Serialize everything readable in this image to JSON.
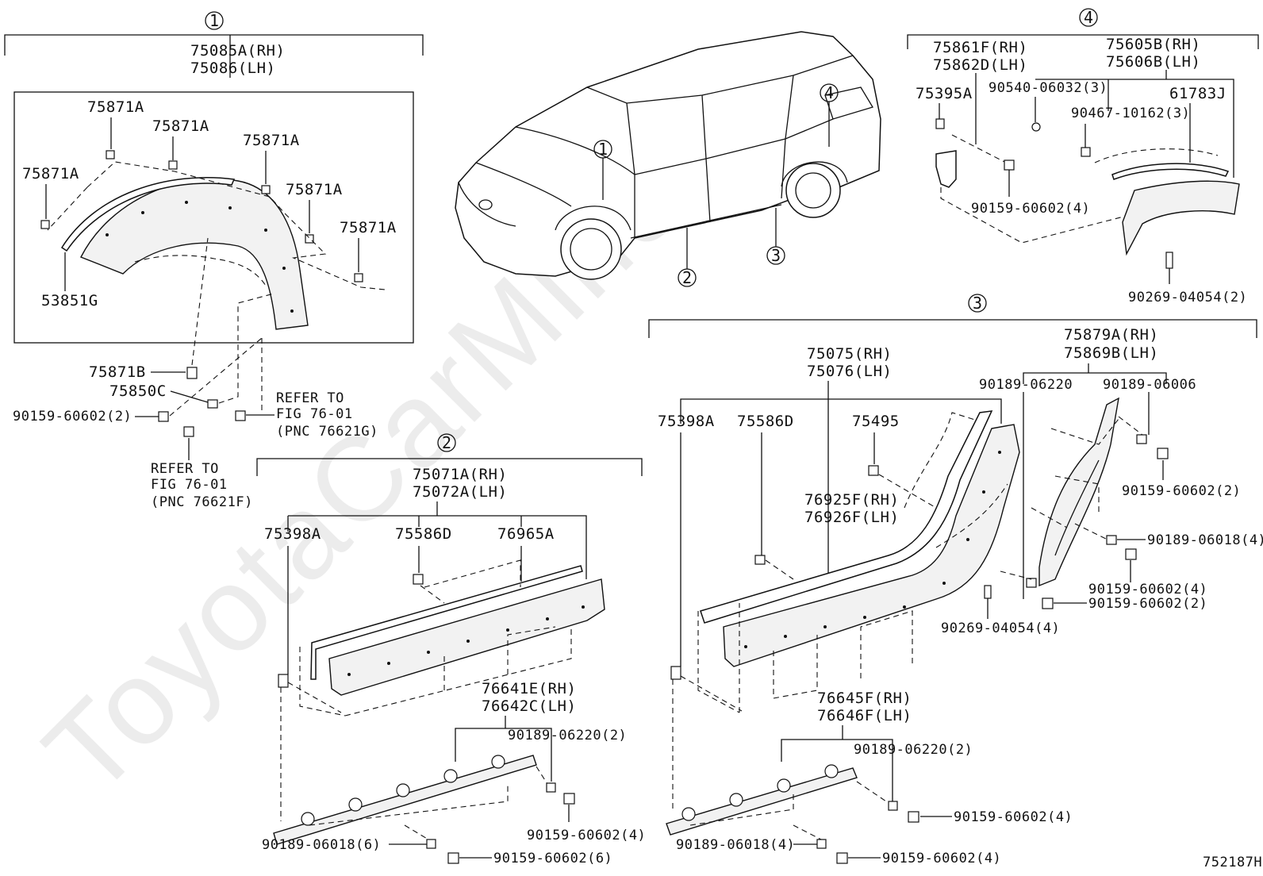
{
  "watermark": "ToyotaCarMine.ru",
  "diagram_id": "752187H",
  "section_markers": [
    "1",
    "2",
    "3",
    "4"
  ],
  "group1": {
    "title_rh": "75085A(RH)",
    "title_lh": "75086(LH)",
    "clip_75871a": "75871A",
    "pad_53851g": "53851G",
    "clip_75871b": "75871B",
    "screw_75850c": "75850C",
    "screw_90159_2": "90159-60602(2)",
    "refer_a_1": "REFER TO",
    "refer_a_2": "FIG 76-01",
    "refer_a_3": "(PNC 76621G)",
    "refer_b_1": "REFER TO",
    "refer_b_2": "FIG 76-01",
    "refer_b_3": "(PNC 76621F)"
  },
  "group2": {
    "title_rh": "75071A(RH)",
    "title_lh": "75072A(LH)",
    "p_75398a": "75398A",
    "p_75586d": "75586D",
    "p_76965a": "76965A",
    "bracket_rh": "76641E(RH)",
    "bracket_lh": "76642C(LH)",
    "bolt_06220": "90189-06220(2)",
    "nut_60602_4": "90159-60602(4)",
    "bolt_06018": "90189-06018(6)",
    "nut_60602_6": "90159-60602(6)"
  },
  "group3": {
    "title_rh": "75075(RH)",
    "title_lh": "75076(LH)",
    "p_75398a": "75398A",
    "p_75586d": "75586D",
    "p_75495": "75495",
    "tape_rh": "76925F(RH)",
    "tape_lh": "76926F(LH)",
    "rear_rh": "75879A(RH)",
    "rear_lh": "75869B(LH)",
    "bolt_06220": "90189-06220",
    "bolt_06006": "90189-06006",
    "nut_60602_2a": "90159-60602(2)",
    "bolt_06018_4": "90189-06018(4)",
    "nut_60602_4a": "90159-60602(4)",
    "nut_60602_2b": "90159-60602(2)",
    "clip_04054_4": "90269-04054(4)",
    "bracket_rh": "76645F(RH)",
    "bracket_lh": "76646F(LH)",
    "bolt_06220_2": "90189-06220(2)",
    "nut_60602_4b": "90159-60602(4)",
    "bolt_06018_4b": "90189-06018(4)",
    "nut_60602_4c": "90159-60602(4)"
  },
  "group4": {
    "p_rh_a": "75861F(RH)",
    "p_lh_a": "75862D(LH)",
    "p_75395a": "75395A",
    "nut_60602_4": "90159-60602(4)",
    "p_rh_b": "75605B(RH)",
    "p_lh_b": "75606B(LH)",
    "clip_06032": "90540-06032(3)",
    "clip_10162": "90467-10162(3)",
    "p_61783j": "61783J",
    "clip_04054_2": "90269-04054(2)"
  }
}
